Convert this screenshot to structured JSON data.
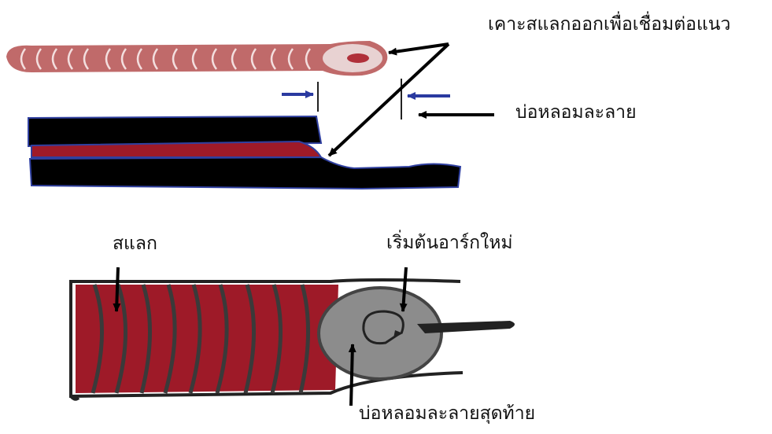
{
  "labels": {
    "slag_removal": "เคาะสแลกออกเพื่อเชื่อมต่อแนว",
    "weld_pool": "บ่อหลอมละลาย",
    "slag": "สแลก",
    "restart_arc": "เริ่มต้นอาร์กใหม่",
    "final_crater": "บ่อหลอมละลายสุดท้าย"
  },
  "colors": {
    "weld_bead": "#9b2a2a",
    "bead_core": "#c8a8a8",
    "slag_fill": "#9e1a28",
    "metal": "#000000",
    "outline": "#3040a0",
    "crater": "#8a8a8a",
    "arrow": "#000000",
    "blue_arrow": "#2a3aa0"
  }
}
